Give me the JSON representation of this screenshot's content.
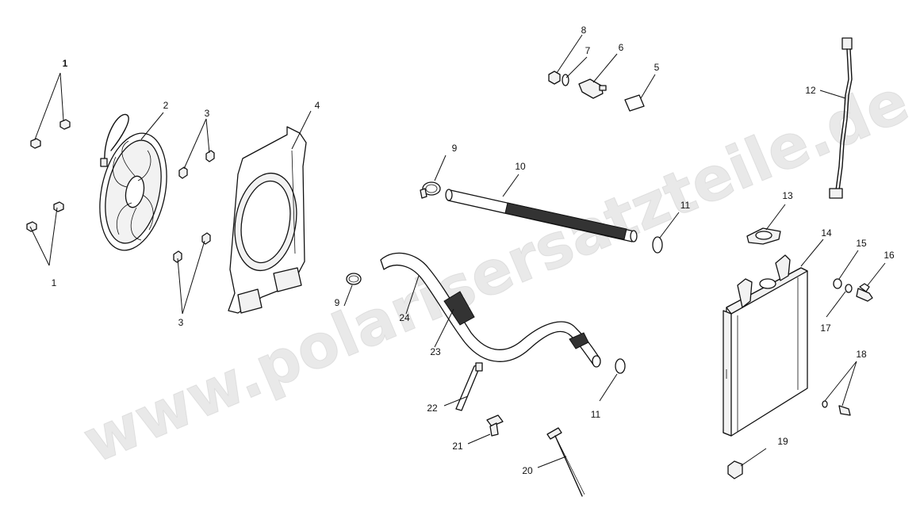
{
  "watermark": "www.polarisersatzteile.de",
  "callouts": [
    "1",
    "1",
    "2",
    "3",
    "3",
    "4",
    "5",
    "6",
    "7",
    "8",
    "9",
    "9",
    "10",
    "11",
    "11",
    "12",
    "13",
    "14",
    "15",
    "16",
    "17",
    "18",
    "19",
    "20",
    "21",
    "22",
    "23",
    "24"
  ],
  "colors": {
    "line": "#111111",
    "watermark": "#d7d7d7",
    "background": "#ffffff"
  }
}
